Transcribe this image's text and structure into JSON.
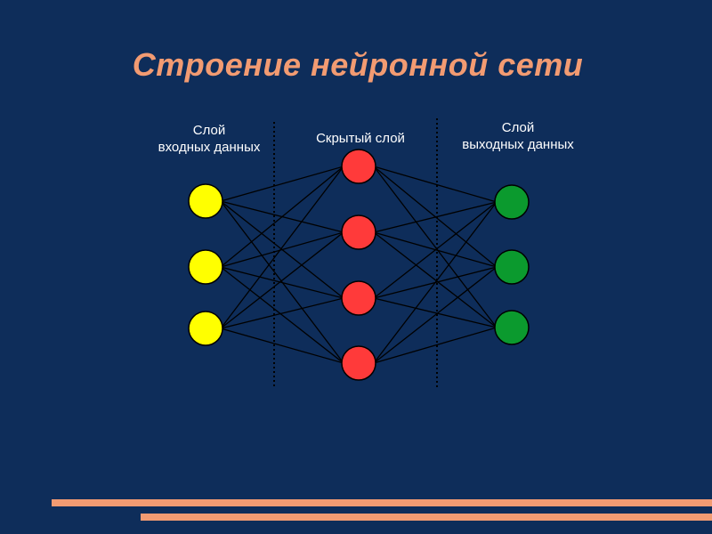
{
  "slide": {
    "title": "Строение нейронной сети",
    "background_color": "#0e2d5a",
    "accent_color": "#f29b72"
  },
  "layers": {
    "input": {
      "label_line1": "Слой",
      "label_line2": "входных данных",
      "node_count": 3,
      "node_color": "#ffff00"
    },
    "hidden": {
      "label": "Скрытый слой",
      "node_count": 4,
      "node_color": "#ff3a3a"
    },
    "output": {
      "label_line1": "Слой",
      "label_line2": "выходных данных",
      "node_count": 3,
      "node_color": "#0b9a2e"
    }
  },
  "connections": "fully-connected",
  "separators": "dotted"
}
